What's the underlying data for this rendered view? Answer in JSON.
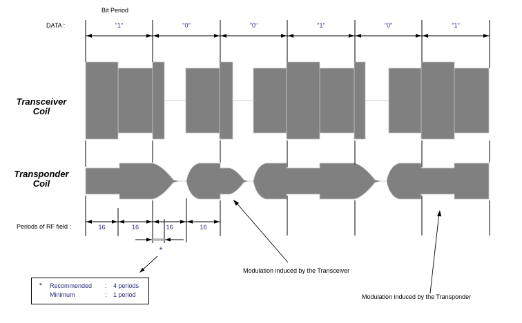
{
  "figure": {
    "bit_period_label": "Bit Period",
    "data_label": "DATA :",
    "bits": [
      "\"1\"",
      "\"0\"",
      "\"0\"",
      "\"1\"",
      "\"0\"",
      "\"1\""
    ],
    "transceiver_line1": "Transceiver",
    "transceiver_line2": "Coil",
    "transponder_line1": "Transponder",
    "transponder_line2": "Coil",
    "periods_label": "Periods of RF field :",
    "periods": [
      "16",
      "16",
      "16",
      "16"
    ],
    "asterisk": "*",
    "footnote": {
      "star": "*",
      "row1_key": "Recommended",
      "row1_colon": ":",
      "row1_val": "4 periods",
      "row2_key": "Minimum",
      "row2_colon": ":",
      "row2_val": "1 period"
    },
    "annotation_transceiver": "Modulation induced by the Transceiver",
    "annotation_transponder": "Modulation induced by the Transponder",
    "colors": {
      "waveform_gray": "#808080",
      "waveform_edge": "#c4c4c4",
      "number_text": "#2a2a78",
      "line": "#000000",
      "light_line": "#dcdcdc",
      "measure_bar": "#b3b3b3"
    }
  }
}
